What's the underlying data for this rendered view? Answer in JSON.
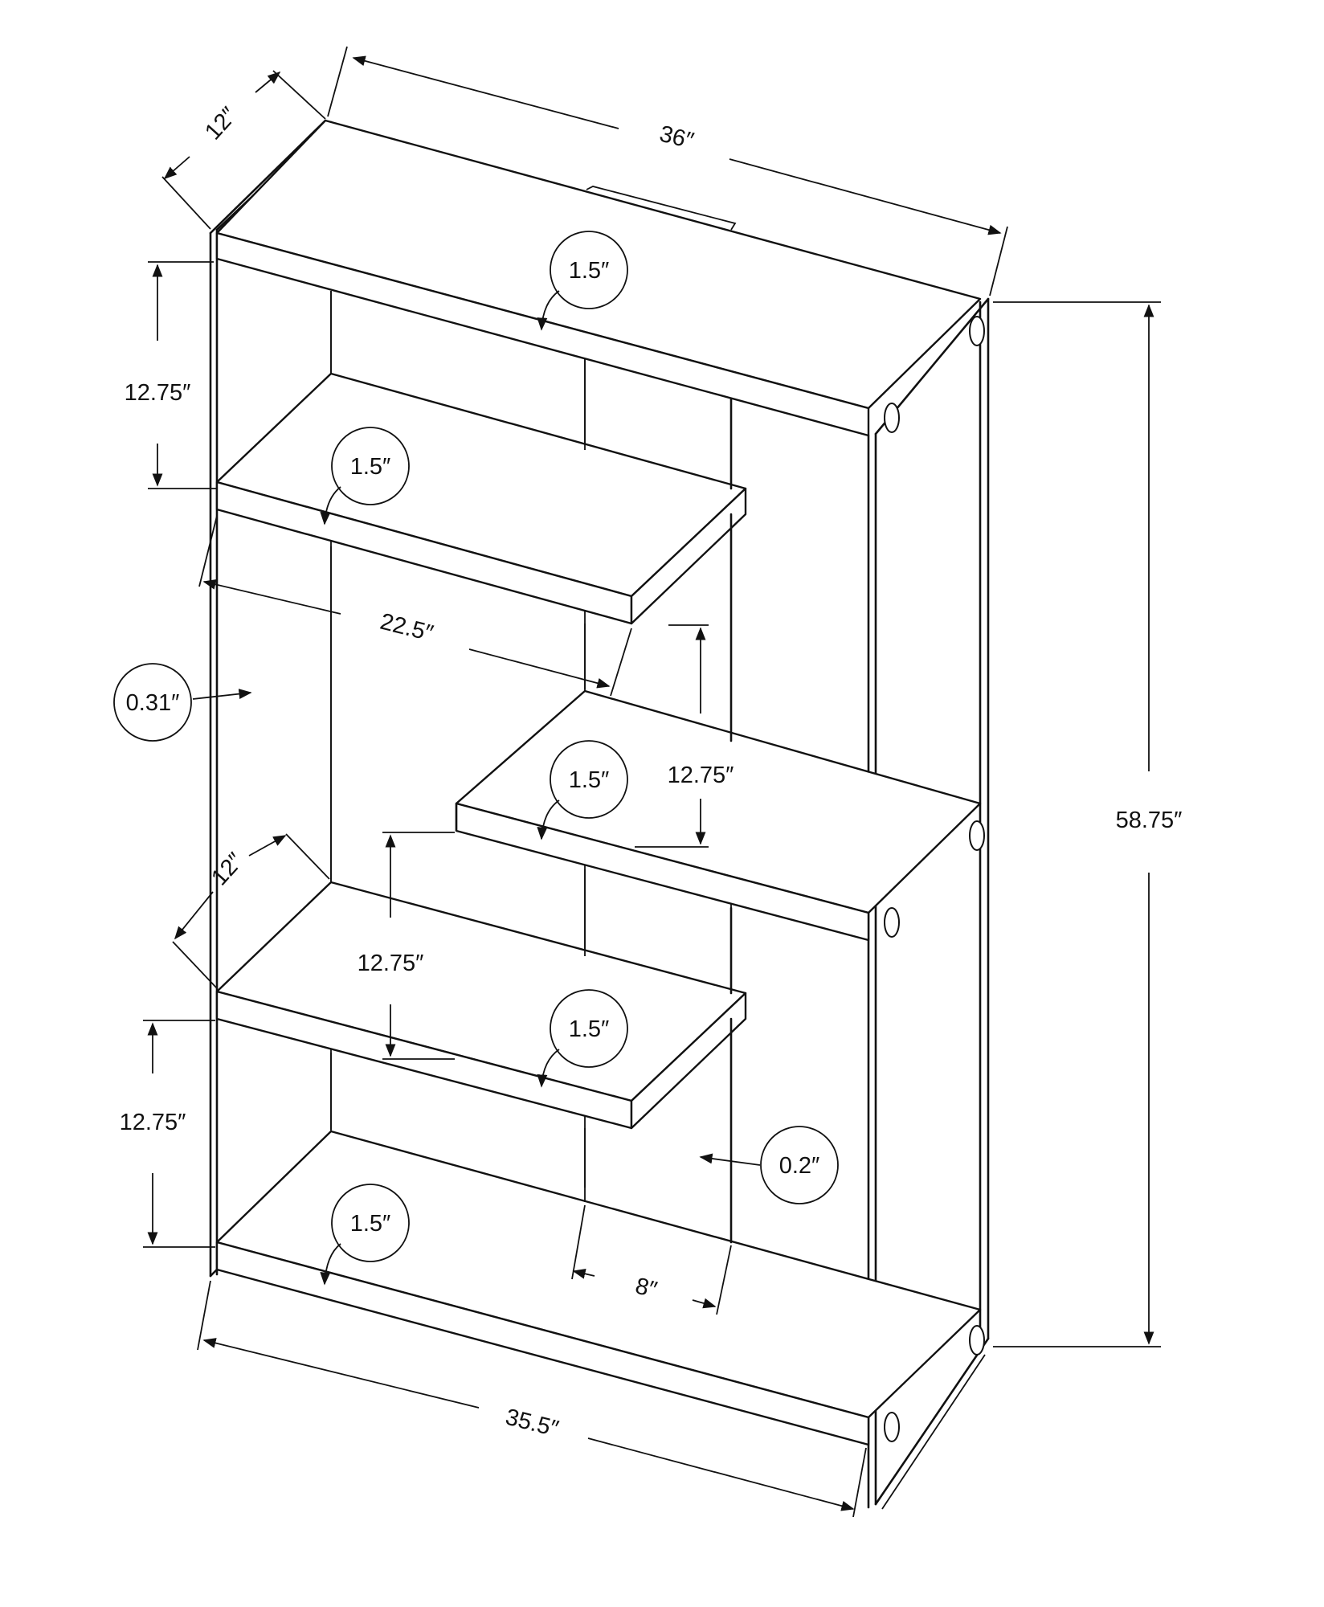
{
  "dimensions": {
    "depth_top": "12″",
    "width_top": "36″",
    "height_total": "58.75″",
    "width_bottom": "35.5″",
    "shelf_width": "22.5″",
    "depth_shelf": "12″",
    "divider_gap": "8″",
    "spacing_top_left": "12.75″",
    "spacing_middle_right": "12.75″",
    "spacing_middle_left": "12.75″",
    "spacing_bottom_left": "12.75″"
  },
  "callouts": {
    "top_shelf_thickness": "1.5″",
    "upper_left_shelf_thickness": "1.5″",
    "middle_right_shelf_thickness": "1.5″",
    "lower_left_shelf_thickness": "1.5″",
    "bottom_shelf_thickness": "1.5″",
    "glass_side_thickness": "0.31″",
    "back_panel_thickness": "0.2″"
  }
}
